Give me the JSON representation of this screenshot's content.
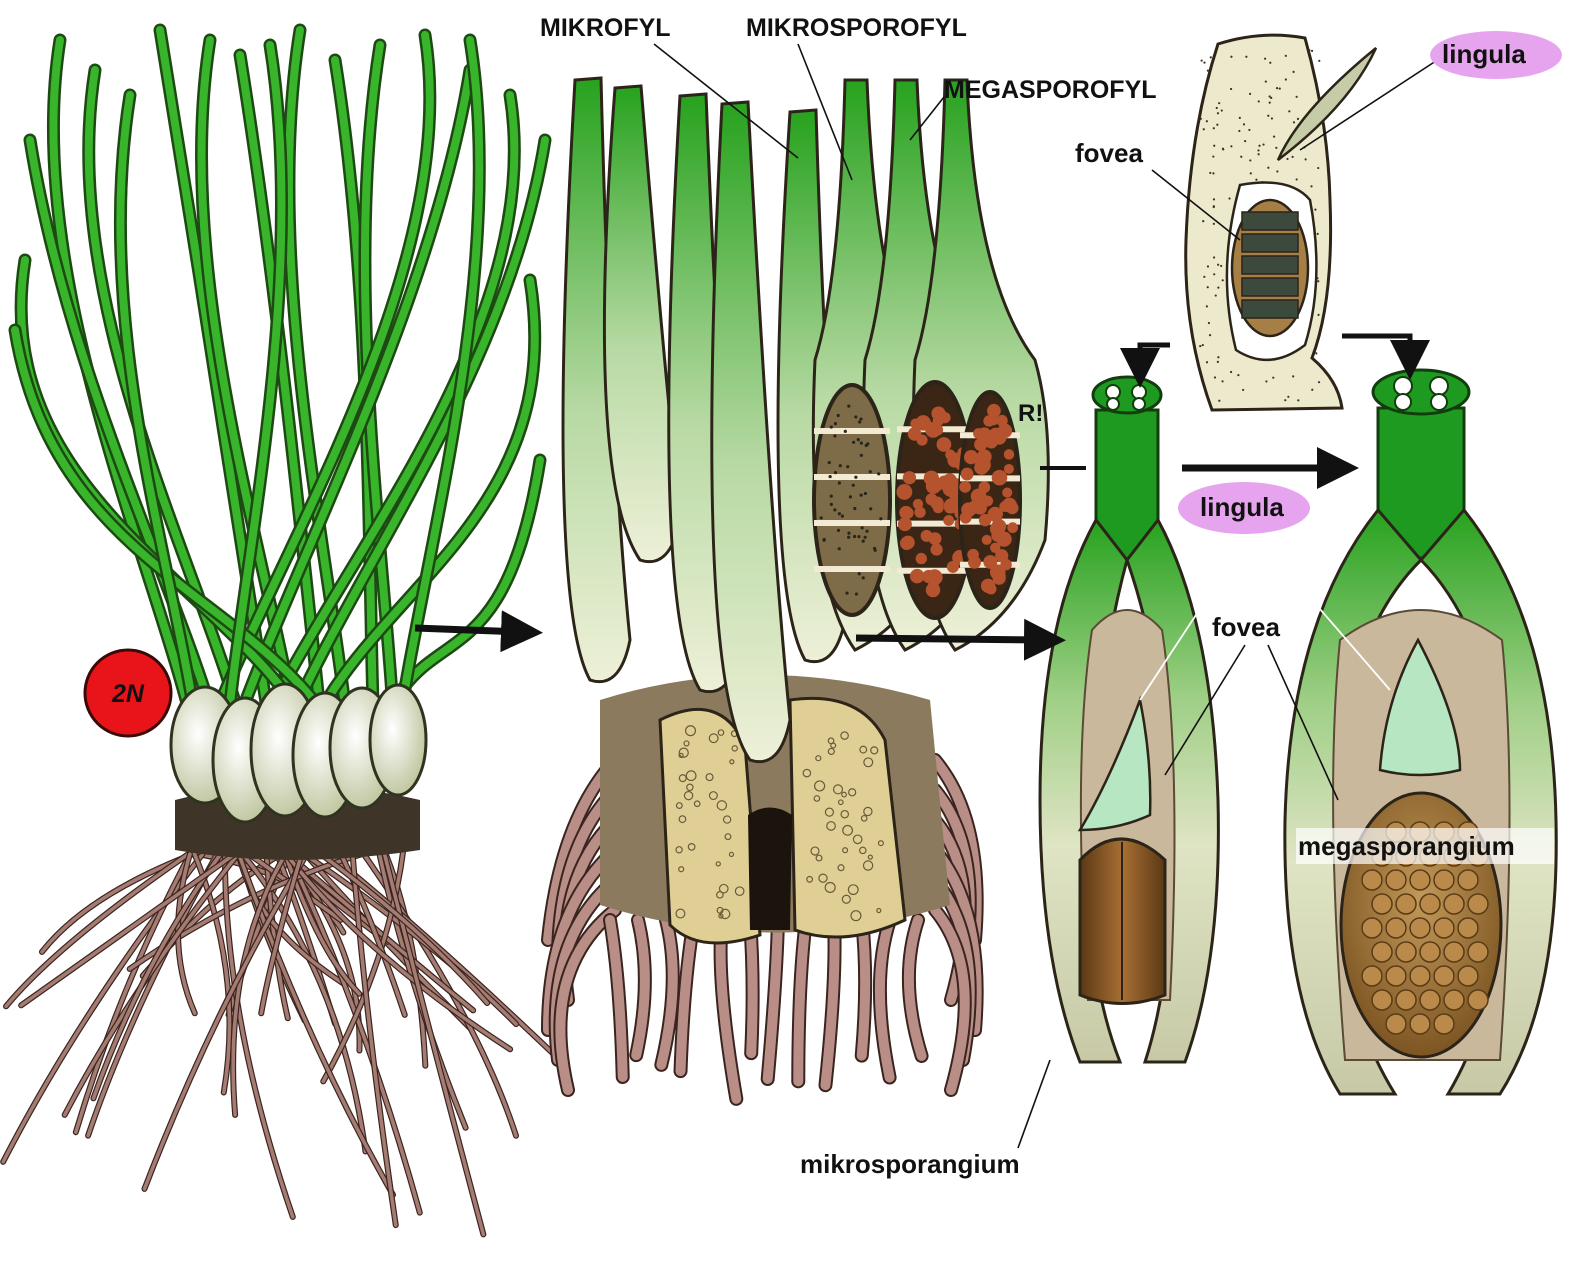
{
  "labels": {
    "mikrofyl": "MIKROFYL",
    "mikrosporofyl": "MIKROSPOROFYL",
    "megasporofyl": "MEGASPOROFYL",
    "lingula_top": "lingula",
    "fovea_top": "fovea",
    "r_mark": "R!",
    "lingula_mid": "lingula",
    "fovea_mid": "fovea",
    "megasporangium": "megasporangium",
    "mikrosporangium": "mikrosporangium",
    "ploidy_badge": "2N"
  },
  "colors": {
    "leaf_green": "#39b52b",
    "leaf_dark": "#1c4a12",
    "bulb_cream": "#e2e6c4",
    "corm_tan": "#e0cf94",
    "root_brown": "#a47c72",
    "sporangium_brown": "#8a4a1f",
    "lingula_mint": "#b6e6c2",
    "highlight_pink": "#e6a4ee",
    "badge_red": "#e8141a"
  }
}
